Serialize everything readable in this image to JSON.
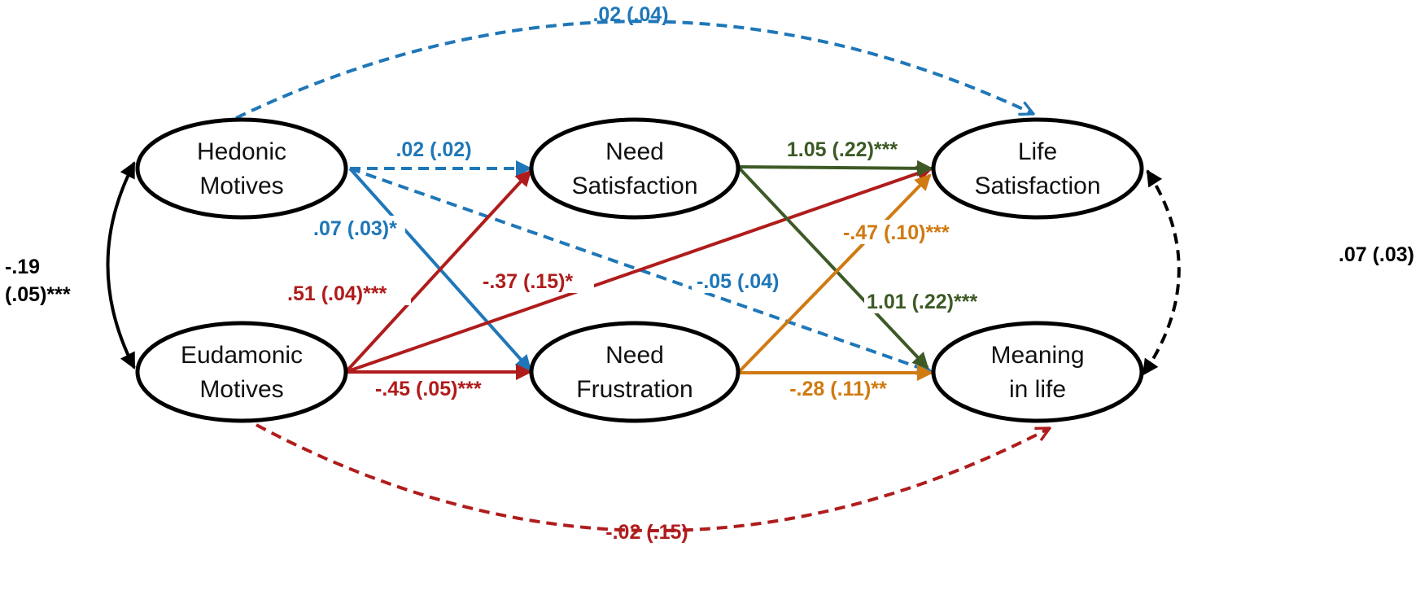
{
  "nodes": {
    "hedonic": {
      "line1": "Hedonic",
      "line2": "Motives"
    },
    "eudamonic": {
      "line1": "Eudamonic",
      "line2": "Motives"
    },
    "need_sat": {
      "line1": "Need",
      "line2": "Satisfaction"
    },
    "need_frus": {
      "line1": "Need",
      "line2": "Frustration"
    },
    "life_sat": {
      "line1": "Life",
      "line2": "Satisfaction"
    },
    "meaning": {
      "line1": "Meaning",
      "line2": "in life"
    }
  },
  "colors": {
    "blue": "#1f77b8",
    "red": "#b01c1c",
    "green": "#3d5a26",
    "orange": "#d07a12",
    "black": "#000000"
  },
  "edges": {
    "hed_life": {
      "label": ".02 (.04)"
    },
    "hed_needsat": {
      "label": ".02 (.02)"
    },
    "hed_needfrus": {
      "label": ".07 (.03)*"
    },
    "hed_meaning": {
      "label": "-.05 (.04)"
    },
    "eud_needsat": {
      "label": ".51 (.04)***"
    },
    "eud_life": {
      "label": "-.37 (.15)*"
    },
    "eud_needfrus": {
      "label": "-.45 (.05)***"
    },
    "eud_meaning": {
      "label": "-.02 (.15)"
    },
    "sat_life": {
      "label": "1.05 (.22)***"
    },
    "sat_meaning": {
      "label": "1.01 (.22)***"
    },
    "frus_life": {
      "label": "-.47 (.10)***"
    },
    "frus_meaning": {
      "label": "-.28 (.11)**"
    },
    "hed_eud_cov": {
      "line1": "-.19",
      "line2": "(.05)***"
    },
    "life_mean_cov": {
      "label": ".07 (.03)"
    }
  }
}
